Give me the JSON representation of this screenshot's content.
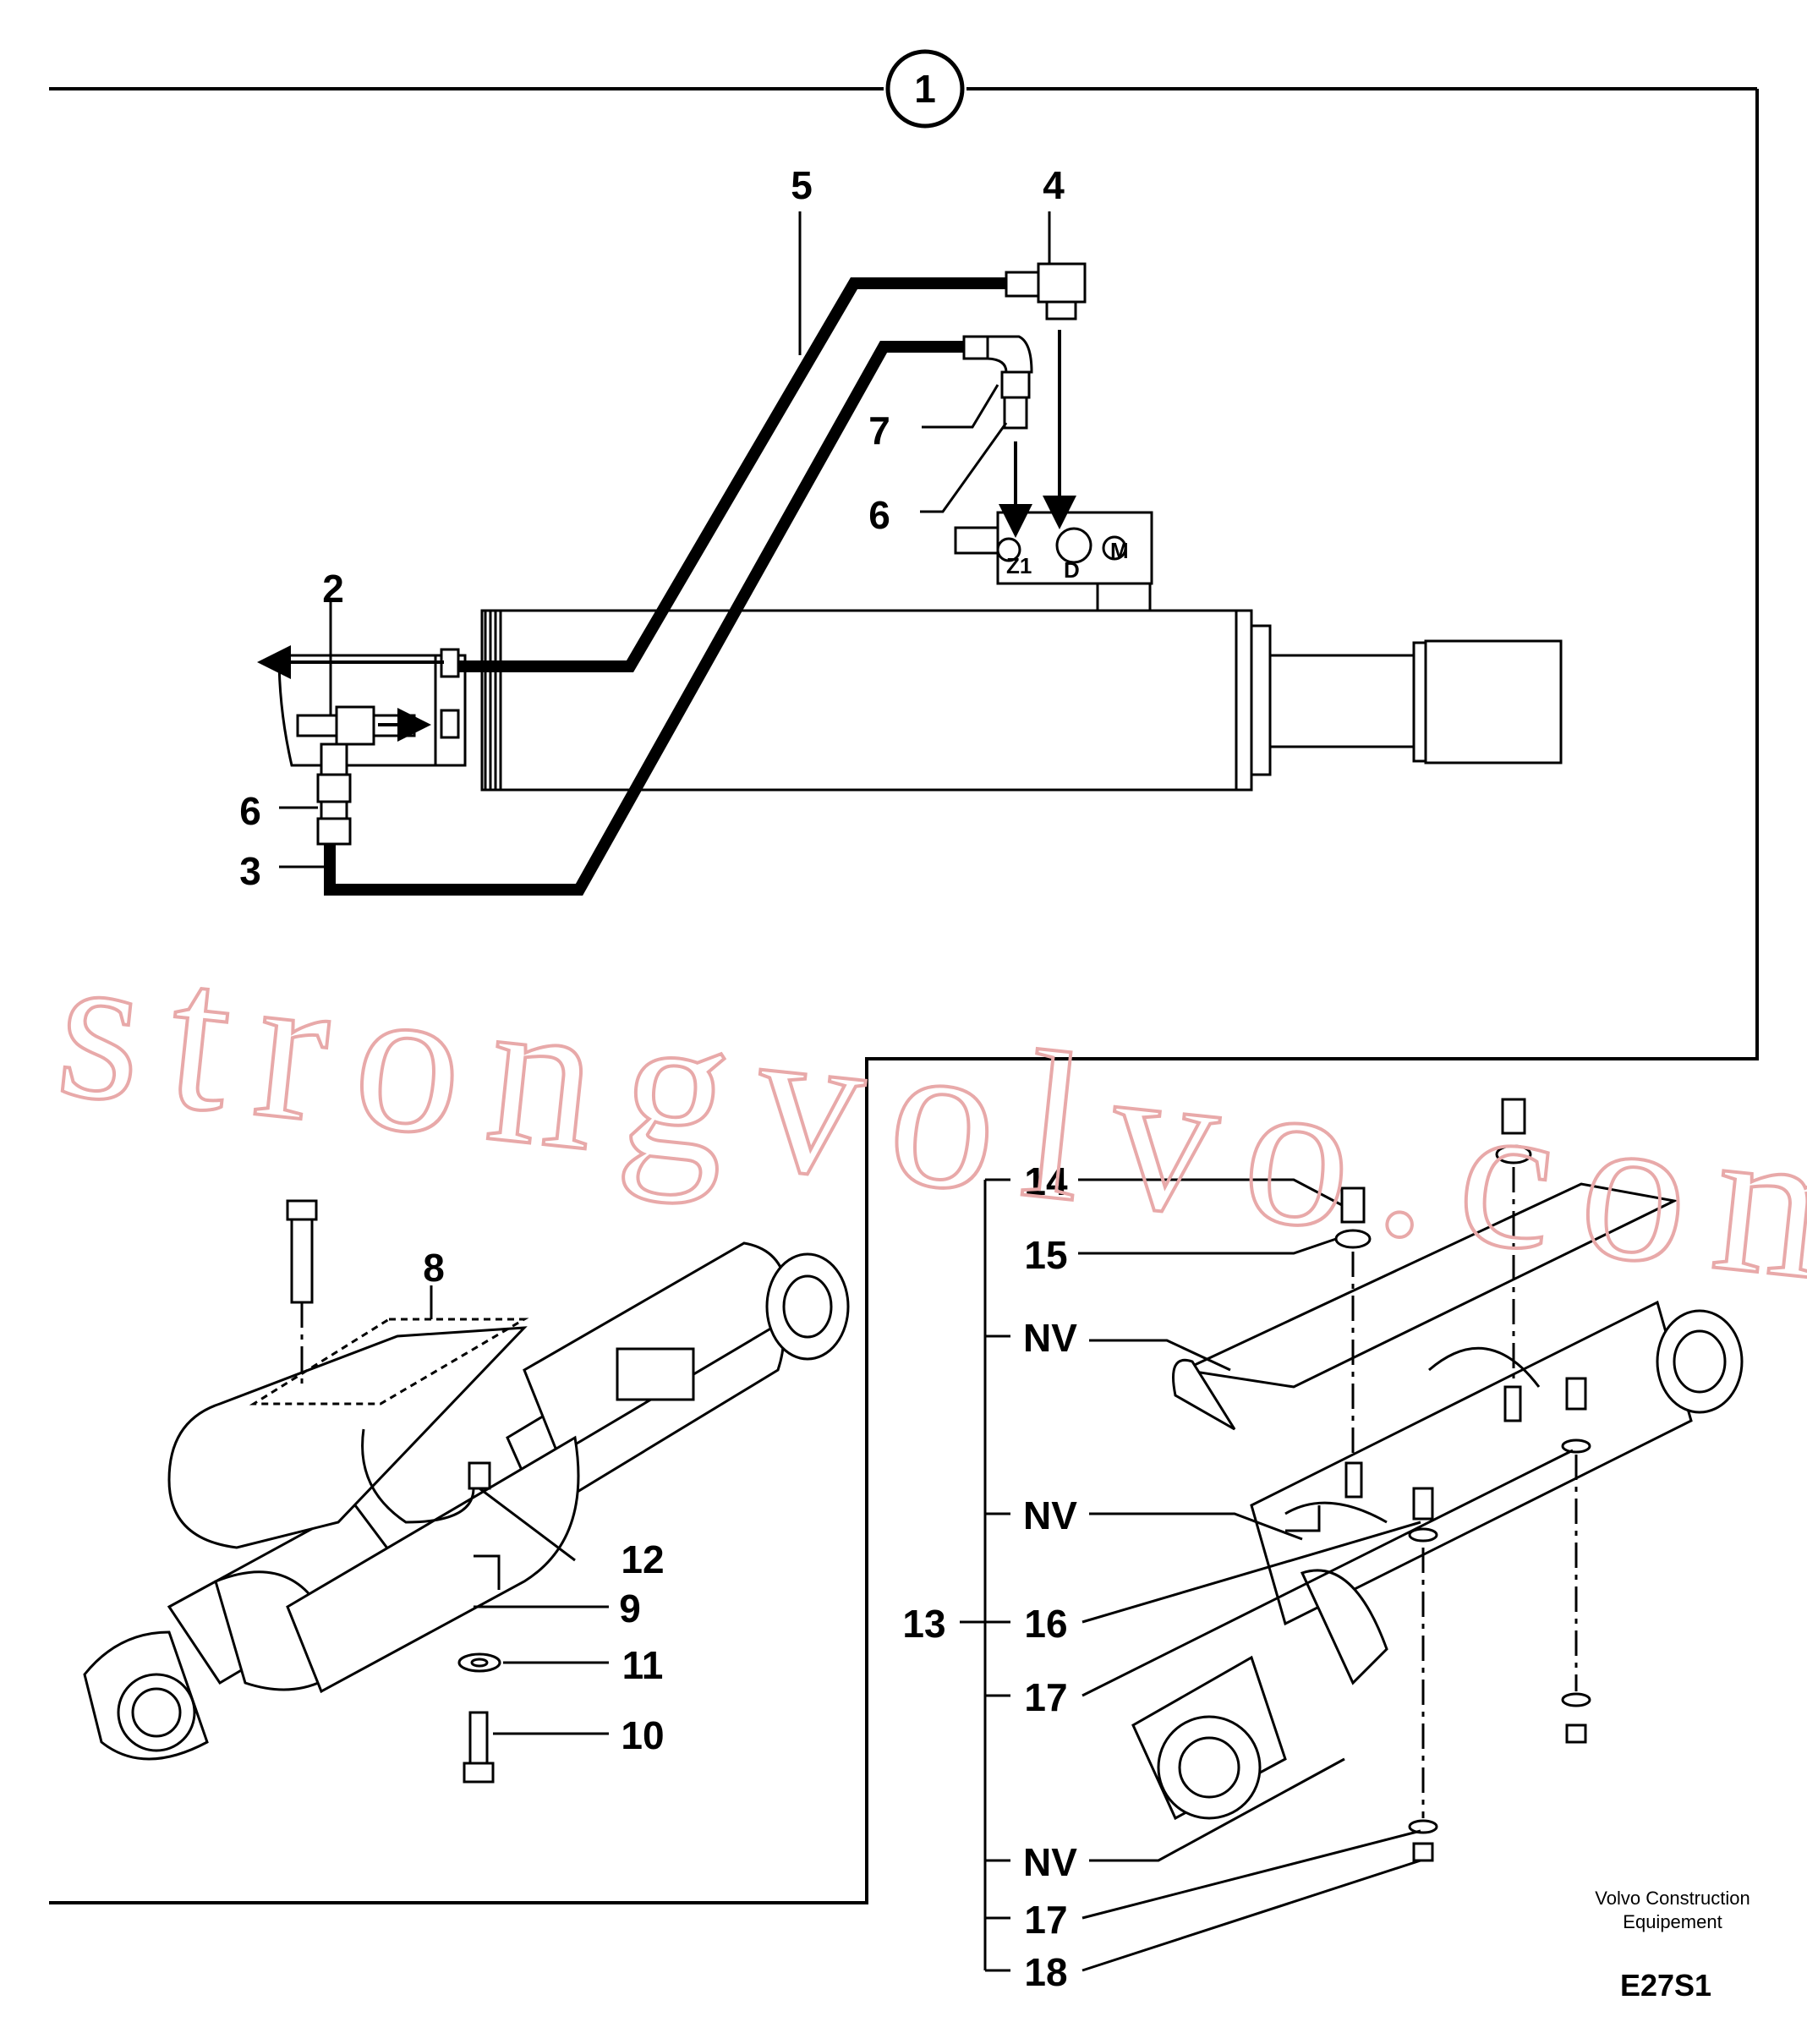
{
  "diagram": {
    "section_marker": "1",
    "callouts": {
      "c2": "2",
      "c3": "3",
      "c4": "4",
      "c5": "5",
      "c6a": "6",
      "c6b": "6",
      "c7": "7",
      "c8": "8",
      "c9": "9",
      "c10": "10",
      "c11": "11",
      "c12": "12",
      "c13": "13",
      "c14": "14",
      "c15": "15",
      "nv1": "NV",
      "nv2": "NV",
      "nv3": "NV",
      "c16": "16",
      "c17a": "17",
      "c17b": "17",
      "c18": "18"
    },
    "ports": {
      "z1": "Z1",
      "d": "D",
      "m": "M"
    },
    "watermark": "strongvolvo.com",
    "footer": {
      "line1": "Volvo Construction",
      "line2": "Equipement",
      "code": "E27S1"
    }
  }
}
